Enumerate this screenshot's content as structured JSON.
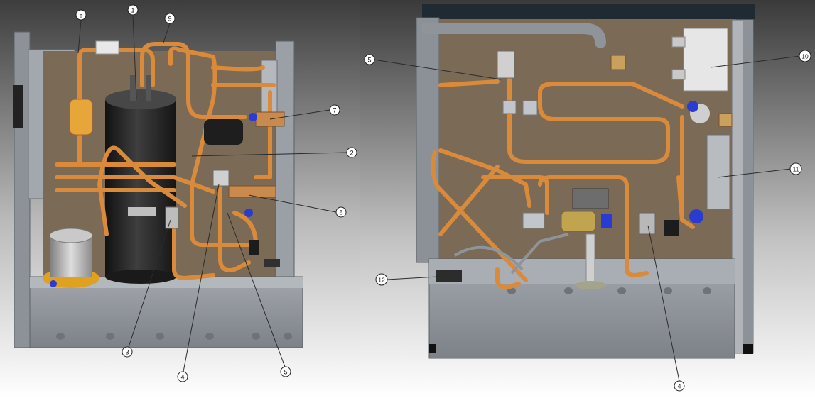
{
  "callouts": {
    "left": [
      "8",
      "1",
      "9",
      "7",
      "2",
      "6",
      "3",
      "4",
      "5"
    ],
    "right": [
      "5",
      "10",
      "11",
      "12",
      "4"
    ]
  },
  "colors": {
    "copper": "#d98a3a",
    "copper_dark": "#a9622a",
    "back_panel": "#7b6a55",
    "frame_gray": "#8d9298",
    "compressor": "#2b2b2b",
    "valve_blue": "#2a3bd1"
  }
}
